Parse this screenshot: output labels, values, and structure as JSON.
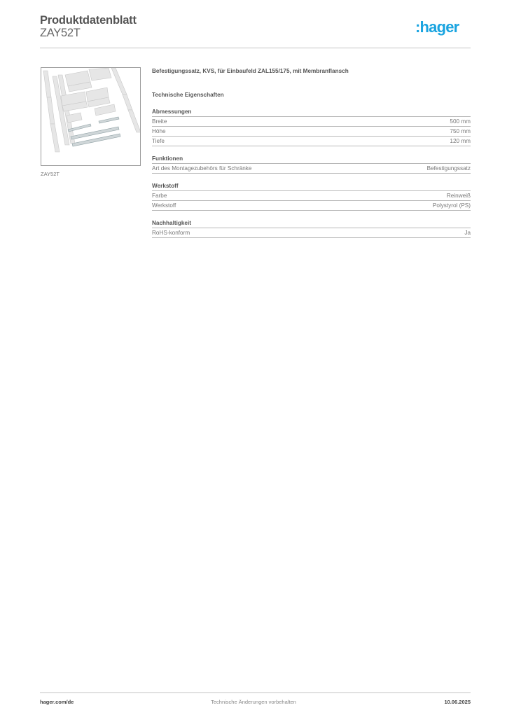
{
  "header": {
    "title": "Produktdatenblatt",
    "product_code": "ZAY52T",
    "logo_text": ":hager",
    "logo_color": "#1aa4e0"
  },
  "product_image": {
    "caption": "ZAY52T",
    "alt": "Befestigungssatz parts"
  },
  "content": {
    "description": "Befestigungssatz, KVS, für Einbaufeld ZAL155/175, mit Membranflansch",
    "section_title": "Technische Eigenschaften",
    "groups": [
      {
        "title": "Abmessungen",
        "rows": [
          {
            "label": "Breite",
            "value": "500 mm"
          },
          {
            "label": "Höhe",
            "value": "750 mm"
          },
          {
            "label": "Tiefe",
            "value": "120 mm"
          }
        ]
      },
      {
        "title": "Funktionen",
        "rows": [
          {
            "label": "Art des Montagezubehörs für Schränke",
            "value": "Befestigungssatz"
          }
        ]
      },
      {
        "title": "Werkstoff",
        "rows": [
          {
            "label": "Farbe",
            "value": "Reinweiß"
          },
          {
            "label": "Werkstoff",
            "value": "Polystyrol (PS)"
          }
        ]
      },
      {
        "title": "Nachhaltigkeit",
        "rows": [
          {
            "label": "RoHS-konform",
            "value": "Ja"
          }
        ]
      }
    ]
  },
  "footer": {
    "website": "hager.com/de",
    "notice": "Technische Änderungen vorbehalten",
    "date": "10.06.2025"
  }
}
